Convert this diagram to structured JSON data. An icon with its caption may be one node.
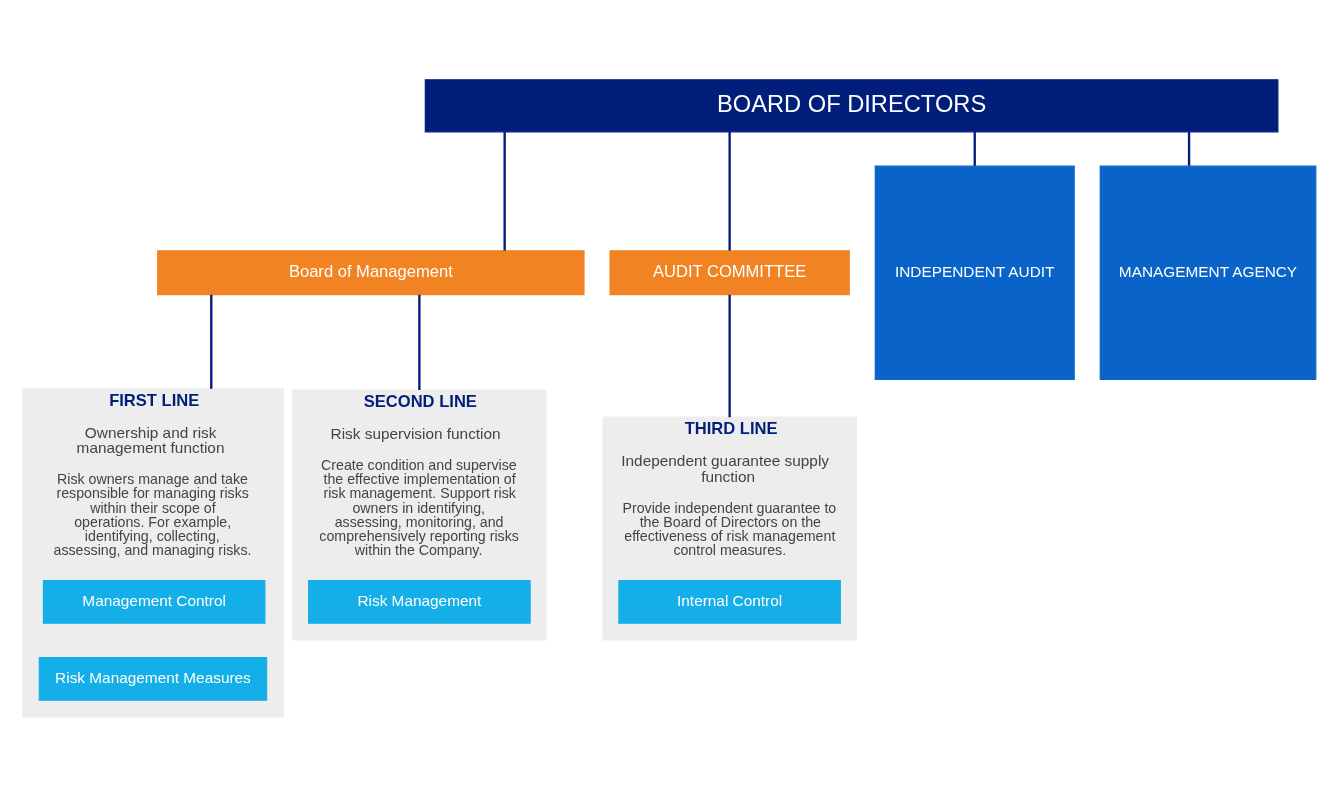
{
  "diagram": {
    "nodes": [
      {
        "text": [
          "BOARD OF DIRECTORS"
        ]
      },
      {
        "text": [
          "Board of Management"
        ]
      },
      {
        "text": [
          "AUDIT COMMITTEE"
        ]
      },
      {
        "text": [
          "INDEPENDENT AUDIT"
        ]
      },
      {
        "text": [
          "MANAGEMENT AGENCY"
        ]
      },
      {
        "text": [
          "FIRST LINE",
          "Ownership and risk management function",
          "Risk owners manage and take responsible for managing risks within their scope of operations. For example, identifying, collecting, assessing, and managing risks."
        ]
      },
      {
        "text": [
          "Management Control"
        ],
        "in": 5
      },
      {
        "text": [
          "Risk Management Measures"
        ],
        "in": 5
      },
      {
        "text": [
          "SECOND LINE",
          "Risk supervision function",
          "Create condition and supervise the effective implementation of risk management. Support risk owners in identifying, assessing, monitoring, and comprehensively reporting risks within the Company."
        ]
      },
      {
        "text": [
          "Risk Management"
        ],
        "in": 8
      },
      {
        "text": [
          "THIRD LINE",
          "Independent guarantee supply function",
          "Provide independent guarantee to the Board of Directors on the effectiveness of risk management control measures."
        ]
      },
      {
        "text": [
          "Internal Control"
        ],
        "in": 10
      }
    ],
    "edges": [
      {
        "from": 0,
        "to": 1,
        "arrow": "none"
      },
      {
        "from": 0,
        "to": 2,
        "arrow": "none"
      },
      {
        "from": 0,
        "to": 3,
        "arrow": "none"
      },
      {
        "from": 0,
        "to": 4,
        "arrow": "none"
      },
      {
        "from": 1,
        "to": 5,
        "arrow": "none"
      },
      {
        "from": 1,
        "to": 8,
        "arrow": "none"
      },
      {
        "from": 2,
        "to": 10,
        "arrow": "none"
      }
    ]
  }
}
